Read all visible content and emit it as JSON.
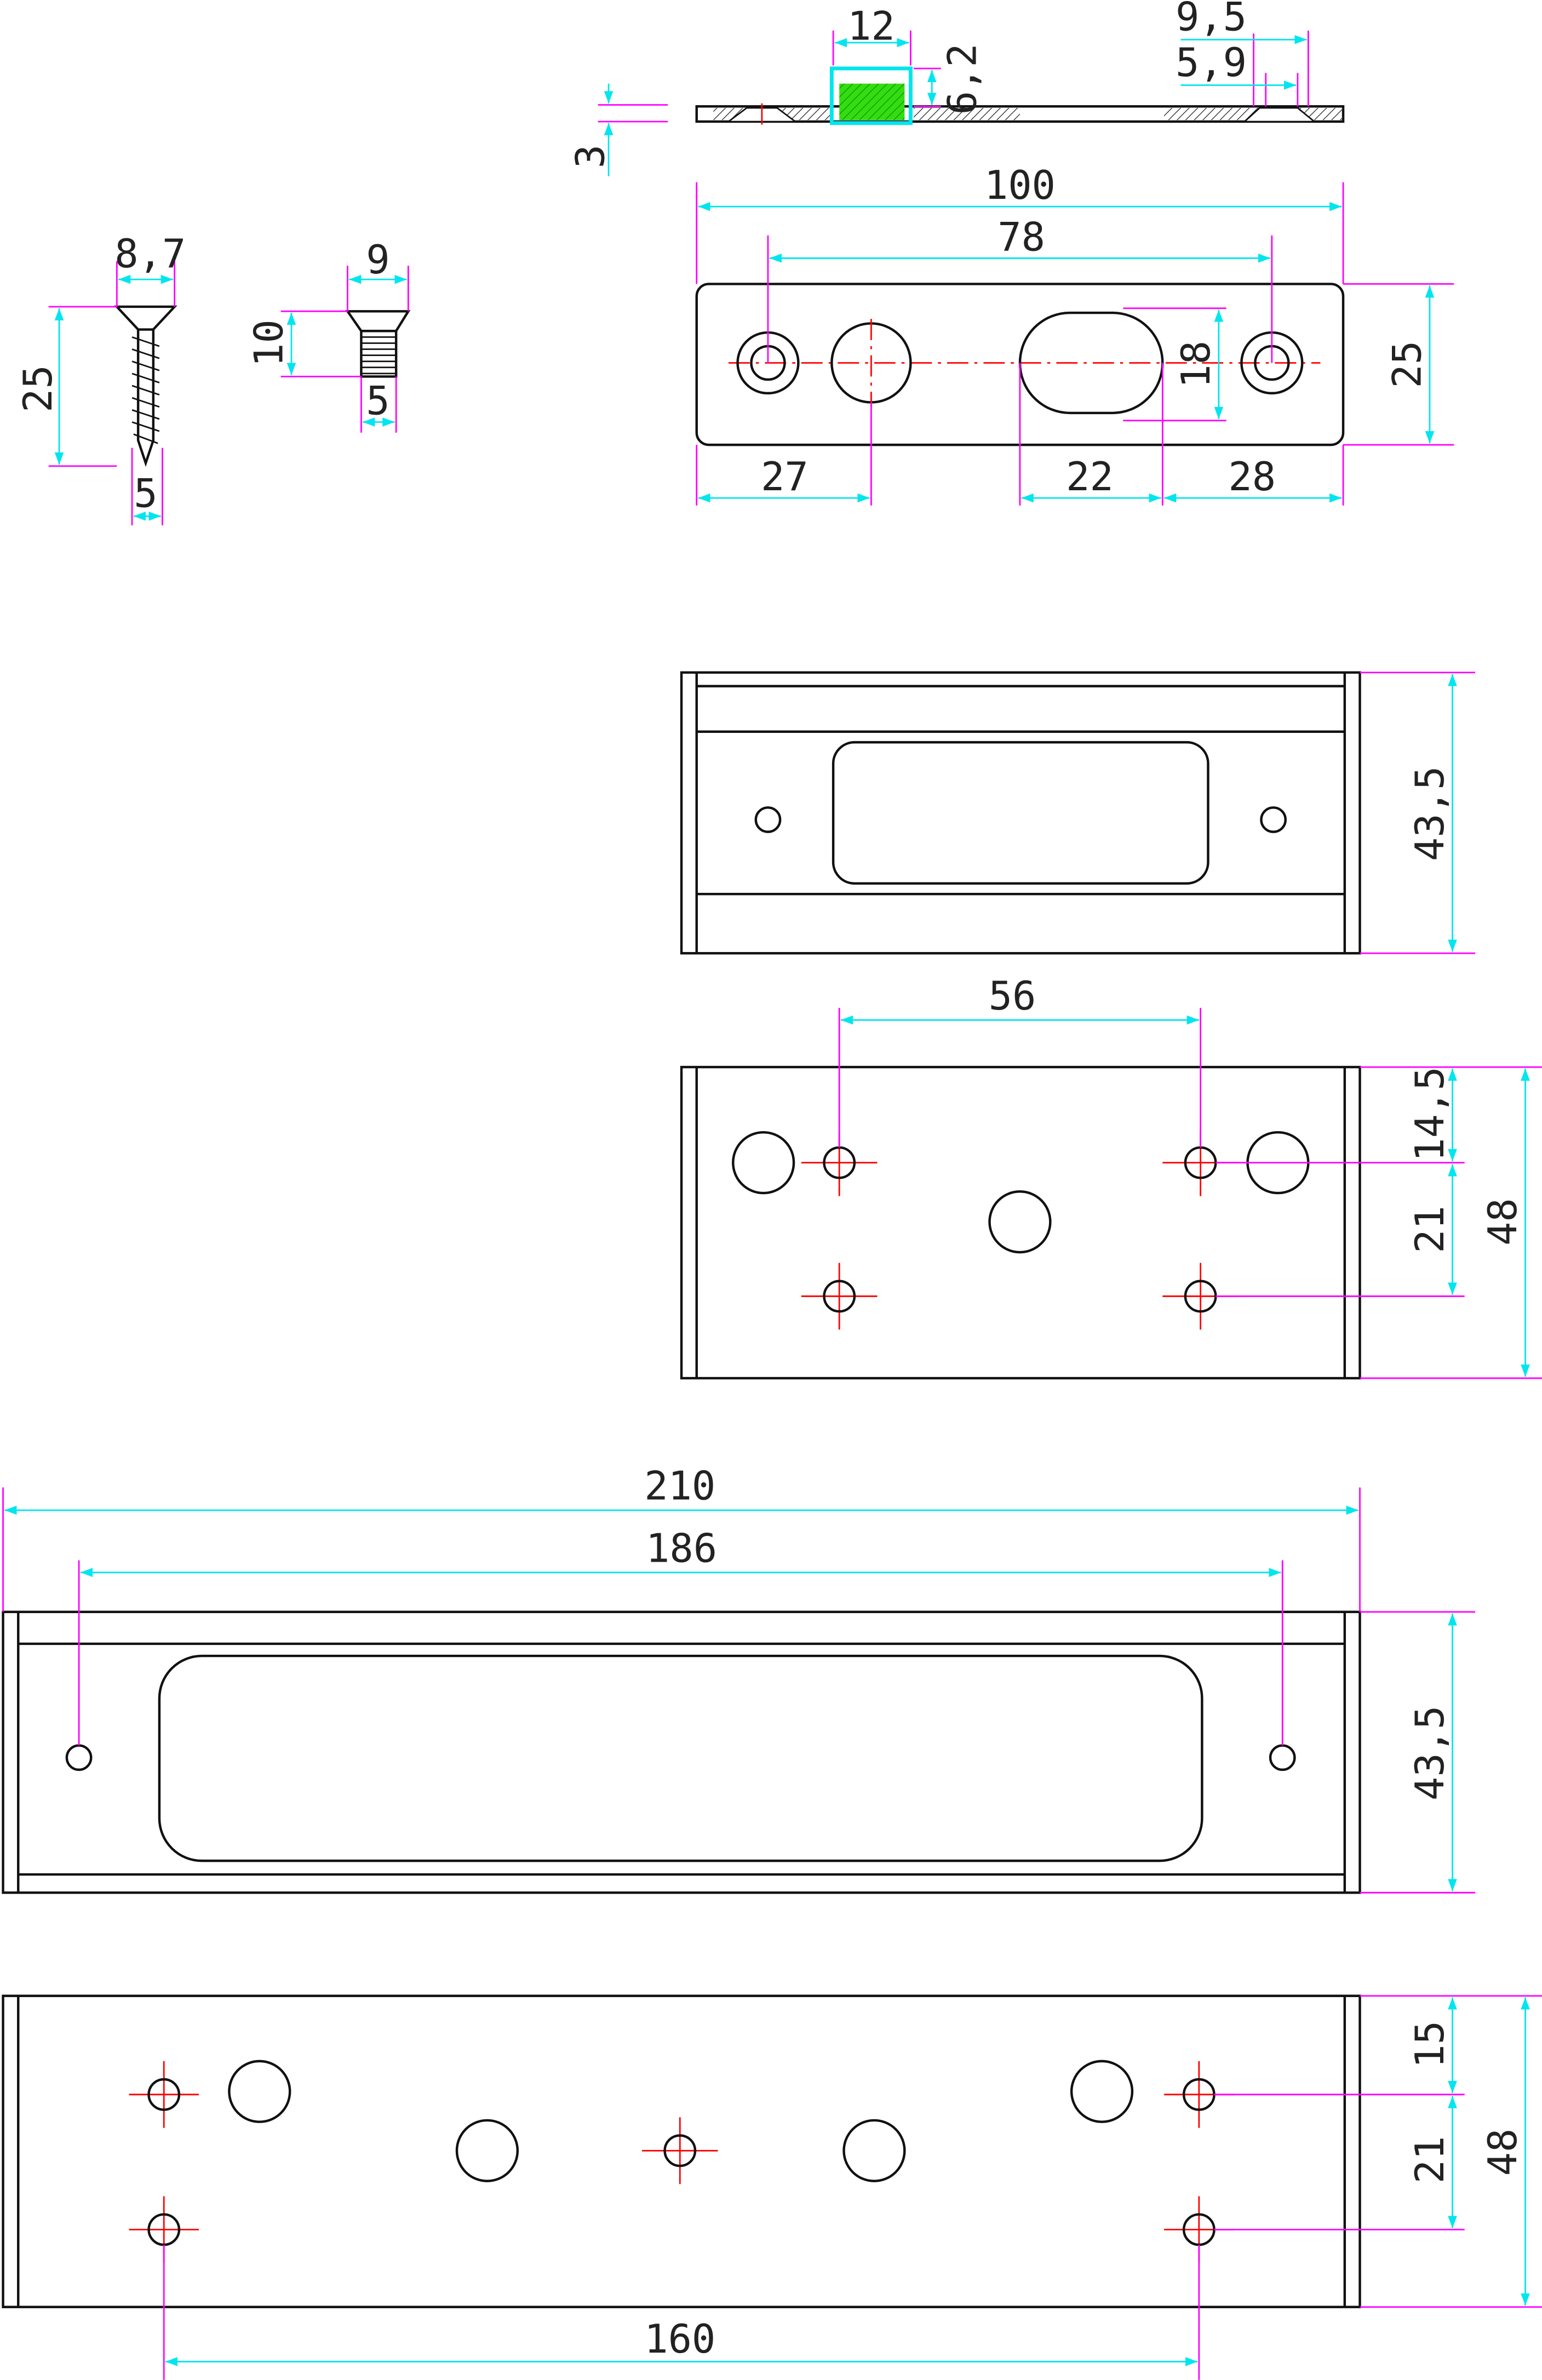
{
  "colors": {
    "outline": "#111111",
    "extension": "#ff00ff",
    "dimension": "#00e5ee",
    "centerline": "#ff0000",
    "insert": "#33dd11"
  },
  "section_view": {
    "dims": {
      "width_12": "12",
      "height_6_2": "6,2",
      "dia_9_5": "9,5",
      "dia_5_9": "5,9",
      "thickness_3": "3"
    }
  },
  "plate_top": {
    "dims": {
      "length_100": "100",
      "hole_spacing_78": "78",
      "height_25": "25",
      "slot_18": "18",
      "offset_27": "27",
      "slot_22": "22",
      "offset_28": "28"
    }
  },
  "wood_screw": {
    "dims": {
      "head_8_7": "8,7",
      "length_25": "25",
      "shank_5": "5"
    }
  },
  "machine_screw": {
    "dims": {
      "head_9": "9",
      "length_10": "10",
      "shank_5": "5"
    }
  },
  "small_front": {
    "dims": {
      "height_43_5": "43,5"
    }
  },
  "small_back": {
    "dims": {
      "spacing_56": "56",
      "offset_14_5": "14,5",
      "spacing_21": "21",
      "height_48": "48"
    }
  },
  "large_front": {
    "dims": {
      "length_210": "210",
      "hole_spacing_186": "186",
      "height_43_5": "43,5"
    }
  },
  "large_back": {
    "dims": {
      "offset_15": "15",
      "spacing_21": "21",
      "height_48": "48",
      "spacing_160": "160"
    }
  }
}
